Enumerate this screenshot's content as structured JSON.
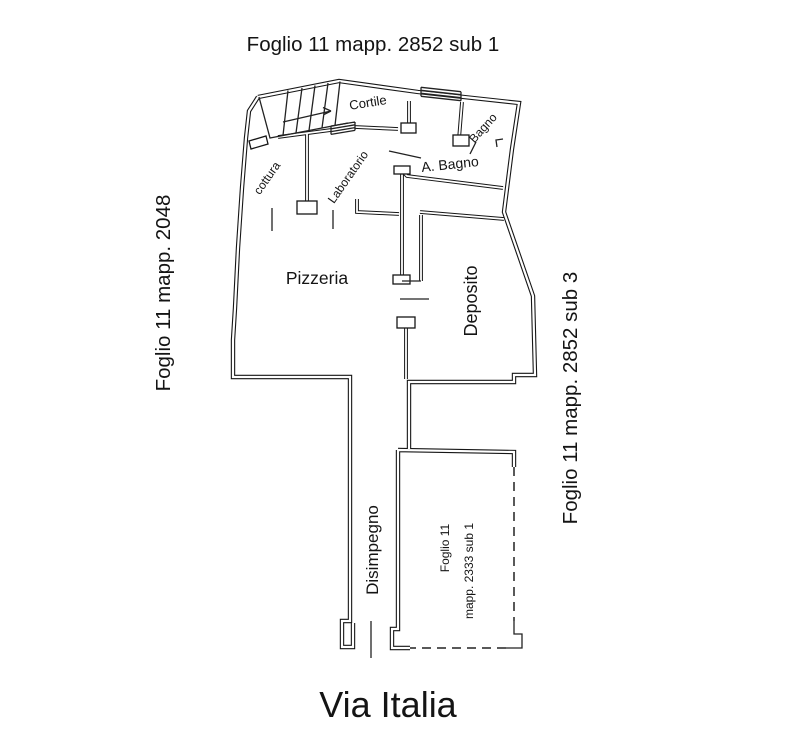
{
  "title": "Foglio 11 mapp. 2852 sub 1",
  "side_labels": {
    "left": "Foglio 11 mapp. 2048",
    "right": "Foglio 11 mapp. 2852 sub 3"
  },
  "street": "Via Italia",
  "rooms": {
    "cortile": "Cortile",
    "bagno": "Bagno",
    "a_bagno": "A. Bagno",
    "cottura": "cottura",
    "laboratorio": "Laboratorio",
    "pizzeria": "Pizzeria",
    "deposito": "Deposito",
    "disimpegno": "Disimpegno"
  },
  "adjacent_parcel": {
    "line1": "Foglio 11",
    "line2": "mapp. 2333 sub 1"
  },
  "colors": {
    "ink": "#161616",
    "paper": "#ffffff"
  }
}
